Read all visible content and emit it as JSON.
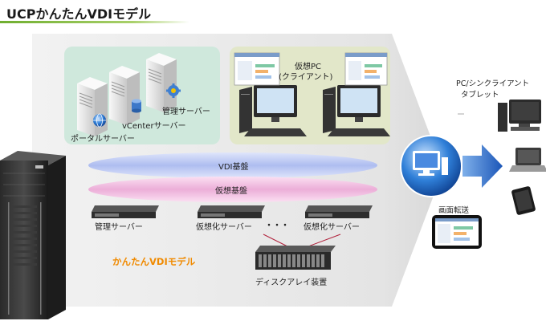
{
  "title": "UCPかんたんVDIモデル",
  "labels": {
    "mgmt_server_top": "管理サーバー",
    "vcenter_server": "vCenterサーバー",
    "portal_server": "ポータルサーバー",
    "virtual_pc": "仮想PC",
    "client": "(クライアント)",
    "vdi_platform": "VDI基盤",
    "virtual_platform": "仮想基盤",
    "mgmt_server_rack": "管理サーバー",
    "virt_server_1": "仮想化サーバー",
    "dots": "・・・",
    "virt_server_2": "仮想化サーバー",
    "model_name": "かんたんVDIモデル",
    "disk_array": "ディスクアレイ装置",
    "pc_thin_client_line1": "PC/シンクライアント",
    "pc_thin_client_line2": "タブレット",
    "screen_transfer": "画面転送"
  },
  "colors": {
    "title_accent": "#6fae2f",
    "server_panel": "#cfe8dc",
    "client_panel": "#e2e7c9",
    "vdi_ellipse": "#b9c6ef",
    "virtual_ellipse": "#f0b9dd",
    "model_text": "#f08a00",
    "arrow": "#1f5fbf"
  },
  "icons": [
    "server-tower-icon",
    "globe-icon",
    "database-icon",
    "gear-icon",
    "desktop-pc-icon",
    "rack-server-icon",
    "disk-array-icon",
    "rack-cabinet-icon",
    "network-globe-icon",
    "tablet-icon",
    "laptop-icon"
  ]
}
